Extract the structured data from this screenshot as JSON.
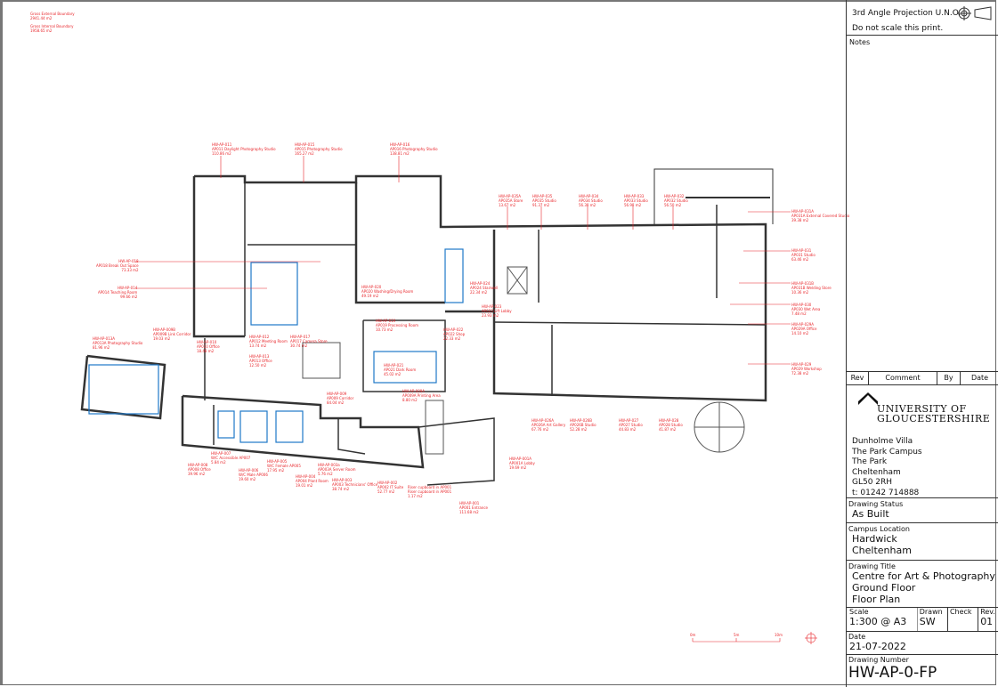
{
  "boundaries": {
    "gross_external_label": "Gross External Boundary",
    "gross_external_value": "2941.44 m2",
    "gross_internal_label": "Gross Internal Boundary",
    "gross_internal_value": "1958.65 m2"
  },
  "rooms": [
    {
      "code": "HW-AP-011",
      "name": "AP011 Daylight Photography Studio",
      "area": "110.86 m2"
    },
    {
      "code": "HW-AP-015",
      "name": "AP015 Photography Studio",
      "area": "165.27 m2"
    },
    {
      "code": "HW-AP-016",
      "name": "AP016 Photography Studio",
      "area": "138.81 m2"
    },
    {
      "code": "HW-AP-035A",
      "name": "AP035A Store",
      "area": "13.67 m2"
    },
    {
      "code": "HW-AP-035",
      "name": "AP035 Studio",
      "area": "91.37 m2"
    },
    {
      "code": "HW-AP-034",
      "name": "AP034 Studio",
      "area": "56.38 m2"
    },
    {
      "code": "HW-AP-033",
      "name": "AP033 Studio",
      "area": "56.98 m2"
    },
    {
      "code": "HW-AP-032",
      "name": "AP032 Studio",
      "area": "56.50 m2"
    },
    {
      "code": "HW-AP-031A",
      "name": "AP031A External Covered Studio",
      "area": "39.38 m2"
    },
    {
      "code": "HW-AP-031",
      "name": "AP031 Studio",
      "area": "63.46 m2"
    },
    {
      "code": "HW-AP-031B",
      "name": "AP031B Welding Store",
      "area": "10.36 m2"
    },
    {
      "code": "HW-AP-030",
      "name": "AP030 Wet Area",
      "area": "7.48 m2"
    },
    {
      "code": "HW-AP-029A",
      "name": "AP029A Office",
      "area": "14.10 m2"
    },
    {
      "code": "HW-AP-029",
      "name": "AP029 Workshop",
      "area": "72.38 m2"
    },
    {
      "code": "HW-AP-018",
      "name": "AP018 Break Out Space",
      "area": "73.33 m2"
    },
    {
      "code": "HW-AP-014",
      "name": "AP014 Teaching Room",
      "area": "99.66 m2"
    },
    {
      "code": "HW-AP-013A",
      "name": "AP013A Photography Studio",
      "area": "81.96 m2"
    },
    {
      "code": "HW-AP-009B",
      "name": "AP009B Link Corridor",
      "area": "19.03 m2"
    },
    {
      "code": "HW-AP-010",
      "name": "AP010 Office",
      "area": "18.48 m2"
    },
    {
      "code": "HW-AP-012",
      "name": "AP012 Meeting Room",
      "area": "13.74 m2"
    },
    {
      "code": "HW-AP-013",
      "name": "AP013 Office",
      "area": "12.50 m2"
    },
    {
      "code": "HW-AP-017",
      "name": "AP017 Camera Store",
      "area": "30.74 m2"
    },
    {
      "code": "HW-AP-020",
      "name": "AP020 Washing/Drying Room",
      "area": "49.19 m2"
    },
    {
      "code": "HW-AP-019",
      "name": "AP019 Processing Room",
      "area": "10.73 m2"
    },
    {
      "code": "HW-AP-021",
      "name": "AP021 Dark Room",
      "area": "45.02 m2"
    },
    {
      "code": "HW-AP-022",
      "name": "AP022 Shop",
      "area": "22.33 m2"
    },
    {
      "code": "HW-AP-023",
      "name": "AP023 Lift Lobby",
      "area": "23.93 m2"
    },
    {
      "code": "HW-AP-024",
      "name": "AP024 Stairwell",
      "area": "22.34 m2"
    },
    {
      "code": "HW-AP-009",
      "name": "AP009 Corridor",
      "area": "84.04 m2"
    },
    {
      "code": "HW-AP-008",
      "name": "AP008 Office",
      "area": "39.96 m2"
    },
    {
      "code": "HW-AP-007",
      "name": "W/C Accessible AP007",
      "area": "5.84 m2"
    },
    {
      "code": "HW-AP-006",
      "name": "W/C Male AP006",
      "area": "19.60 m2"
    },
    {
      "code": "HW-AP-005",
      "name": "W/C Female AP005",
      "area": "17.95 m2"
    },
    {
      "code": "HW-AP-004",
      "name": "AP004 Plant Room",
      "area": "19.01 m2"
    },
    {
      "code": "HW-AP-003a",
      "name": "AP003A Server Room",
      "area": "5.76 m2"
    },
    {
      "code": "HW-AP-003",
      "name": "AP003 Technicians' Office",
      "area": "38.74 m2"
    },
    {
      "code": "HW-AP-002",
      "name": "AP002 IT Suite",
      "area": "52.77 m2"
    },
    {
      "code": "Riser cupboard in AP001",
      "name": "Riser cupboard in AP001",
      "area": "1.17 m2"
    },
    {
      "code": "HW-AP-001",
      "name": "AP001 Entrance",
      "area": "111.68 m2"
    },
    {
      "code": "HW-AP-001A",
      "name": "AP001A Lobby",
      "area": "19.69 m2"
    },
    {
      "code": "HW-AP-026A",
      "name": "AP026A Art Gallery",
      "area": "67.76 m2"
    },
    {
      "code": "HW-AP-026B",
      "name": "AP026B Studio",
      "area": "52.28 m2"
    },
    {
      "code": "HW-AP-027",
      "name": "AP027 Studio",
      "area": "44.83 m2"
    },
    {
      "code": "HW-AP-028",
      "name": "AP028 Studio",
      "area": "41.87 m2"
    },
    {
      "code": "HW-AP-009A",
      "name": "AP009A Printing Area",
      "area": "8.80 m2"
    }
  ],
  "scale_bar": {
    "ticks": [
      "0m",
      "5m",
      "10m"
    ]
  },
  "title_block": {
    "projection": "3rd Angle Projection U.N.O.",
    "no_scale": "Do not scale this print.",
    "notes_label": "Notes",
    "rev_headers": [
      "Rev",
      "Comment",
      "By",
      "Date"
    ],
    "logo_line1": "UNIVERSITY OF",
    "logo_line2": "GLOUCESTERSHIRE",
    "address": [
      "Dunholme Villa",
      "The Park Campus",
      "The Park",
      "Cheltenham",
      "GL50 2RH",
      "t: 01242 714888"
    ],
    "status_label": "Drawing Status",
    "status": "As Built",
    "campus_label": "Campus Location",
    "campus": [
      "Hardwick",
      "Cheltenham"
    ],
    "title_label": "Drawing Title",
    "title": [
      "Centre for Art & Photography",
      "Ground Floor",
      "Floor Plan"
    ],
    "scale_label": "Scale",
    "scale": "1:300 @ A3",
    "drawn_label": "Drawn",
    "drawn": "SW",
    "check_label": "Check",
    "check": "",
    "rev_label": "Rev.",
    "rev": "01",
    "date_label": "Date",
    "date": "21-07-2022",
    "number_label": "Drawing Number",
    "number": "HW-AP-0-FP"
  },
  "colors": {
    "label": "#e8262b",
    "wall": "#333333",
    "furniture": "#1f78c8"
  }
}
